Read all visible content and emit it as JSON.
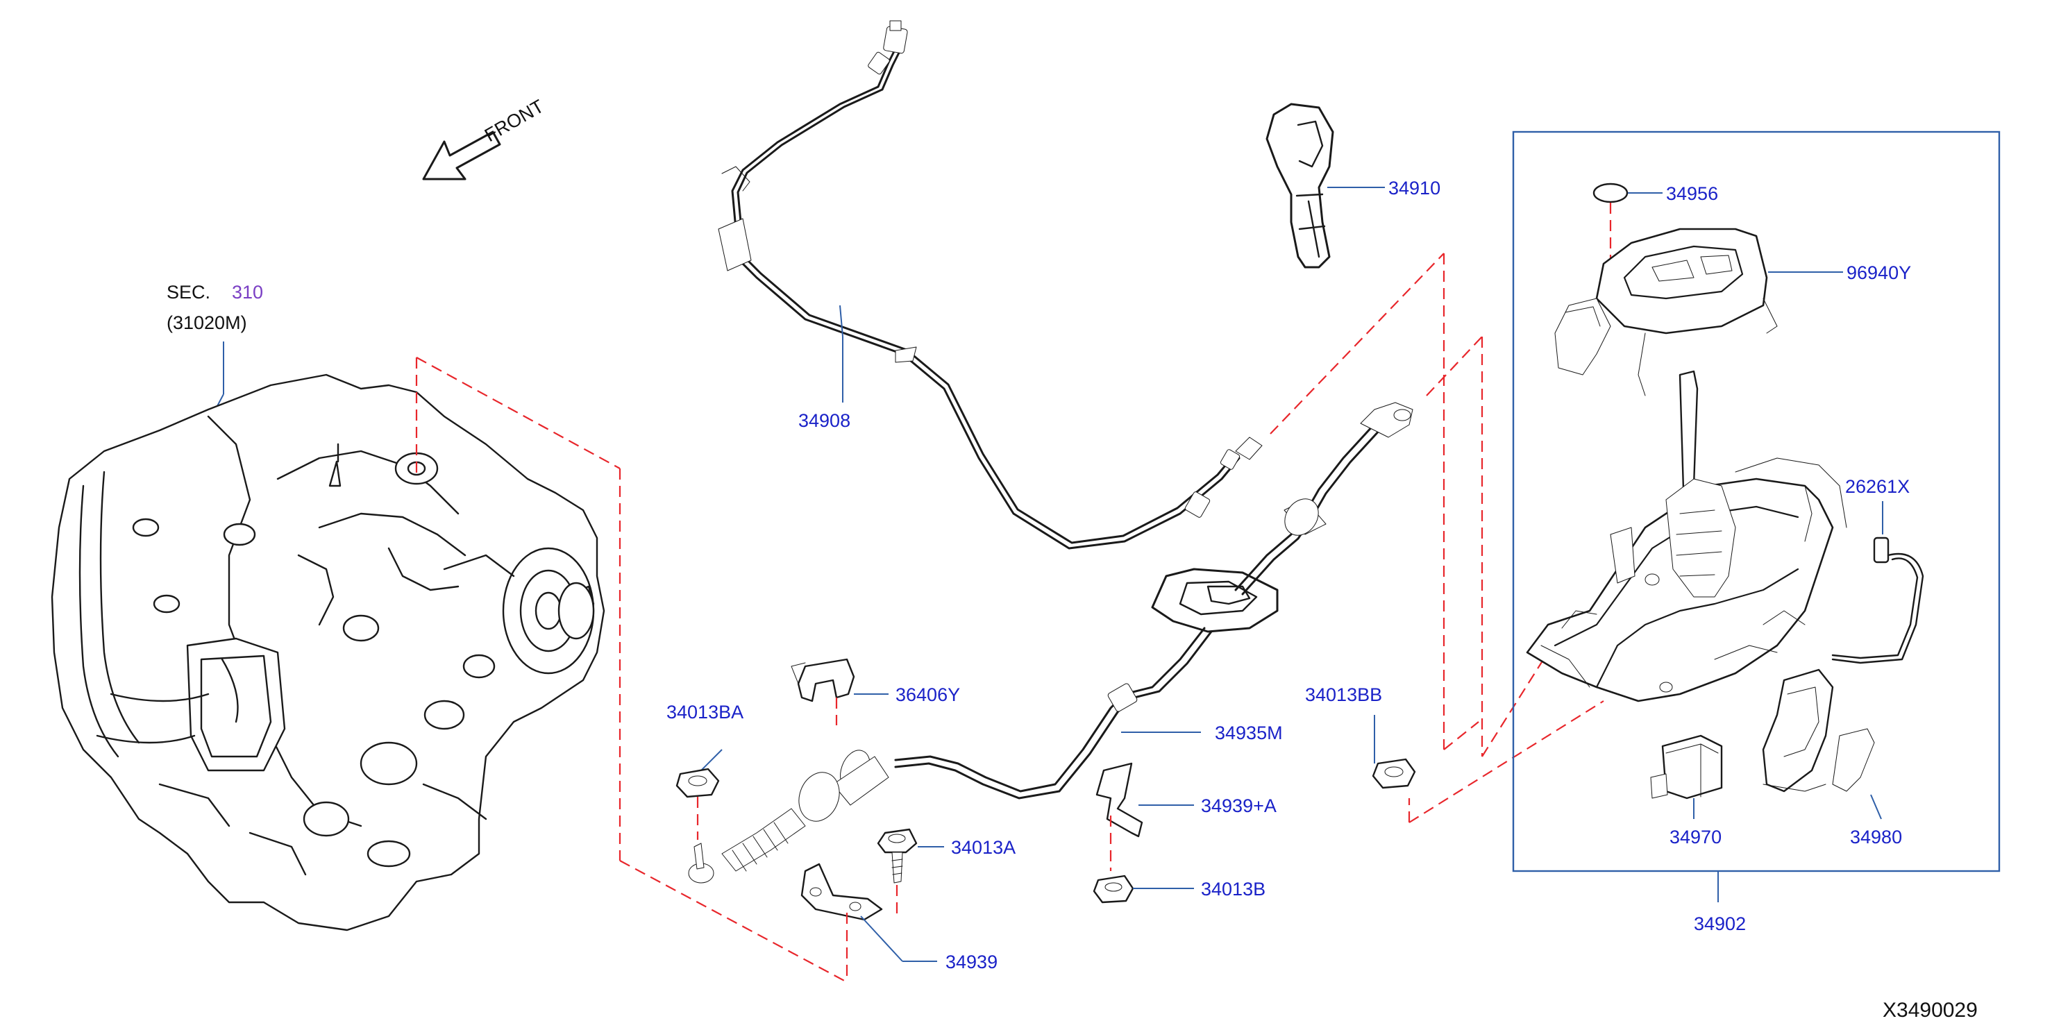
{
  "colors": {
    "label": "#1a22c8",
    "black_text": "#111111",
    "sec_number": "#7a3fc4",
    "leader": "#2f5fa8",
    "phantom_dash": "#e8262b",
    "line_ink": "#1a1a1a"
  },
  "direction": {
    "text": "FRONT",
    "icon": "hollow-arrow-icon"
  },
  "section_ref": {
    "prefix": "SEC.",
    "number": "310",
    "code": "(31020M)"
  },
  "diagram_id": "X3490029",
  "labels": {
    "p34908": "34908",
    "p34910": "34910",
    "p34956": "34956",
    "p96940Y": "96940Y",
    "p26261X": "26261X",
    "p36406Y": "36406Y",
    "p34935M": "34935M",
    "p34013BA": "34013BA",
    "p34013BB": "34013BB",
    "p34013A": "34013A",
    "p34939A": "34939+A",
    "p34013B": "34013B",
    "p34939": "34939",
    "p34970": "34970",
    "p34980": "34980",
    "p34902": "34902"
  }
}
